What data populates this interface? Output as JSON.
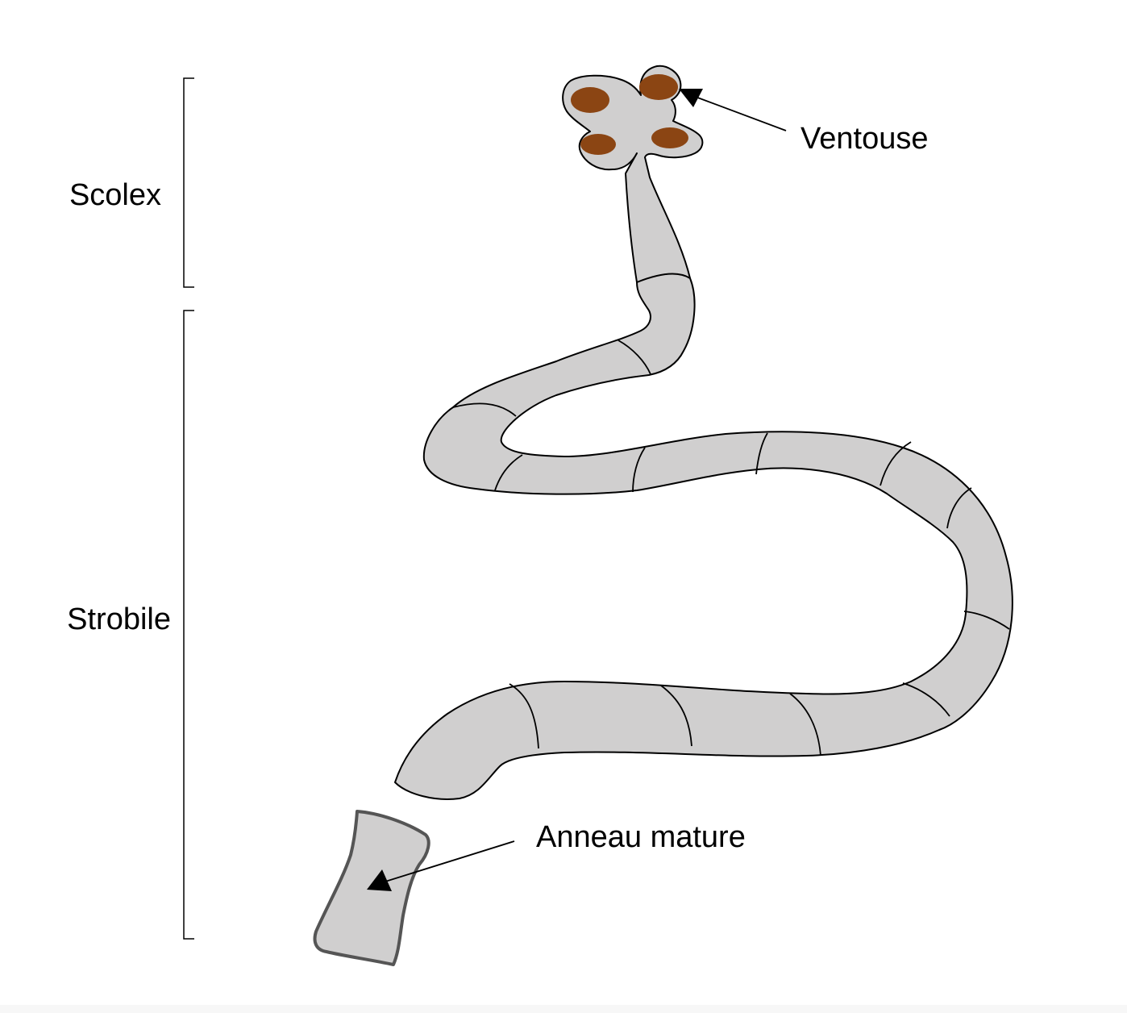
{
  "labels": {
    "scolex": "Scolex",
    "strobile": "Strobile",
    "ventouse": "Ventouse",
    "anneau_mature": "Anneau mature"
  },
  "colors": {
    "body_fill": "#d0cfcf",
    "sucker_fill": "#8b4513",
    "outline": "#000000",
    "detached_outline": "#555555"
  }
}
